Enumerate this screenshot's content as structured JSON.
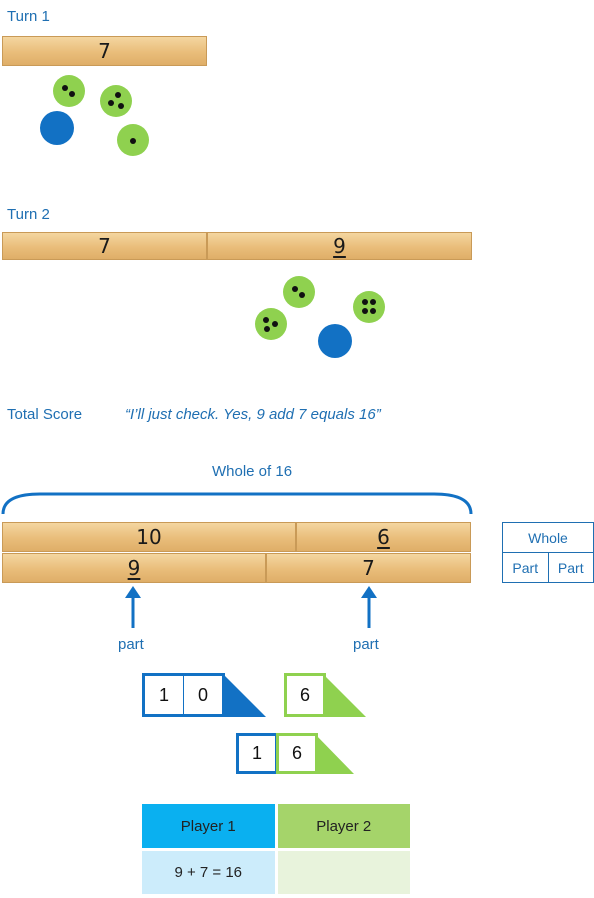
{
  "turn1": {
    "label": "Turn 1",
    "bar": "7"
  },
  "turn2": {
    "label": "Turn 2",
    "bars": [
      "7",
      "9"
    ]
  },
  "total": {
    "label": "Total Score",
    "quote": "“I’ll just check. Yes, 9 add 7 equals 16”"
  },
  "model": {
    "whole_label": "Whole of 16",
    "top_bars": [
      "10",
      "6"
    ],
    "bottom_bars": [
      "9",
      "7"
    ],
    "part_left": "part",
    "part_right": "part",
    "colors": {
      "blue": "#1271c4",
      "green": "#8fd14f",
      "wood": "#e9bd7a"
    }
  },
  "part_whole": {
    "whole": "Whole",
    "part_a": "Part",
    "part_b": "Part"
  },
  "place_value": {
    "tens_card": [
      "1",
      "0"
    ],
    "ones_card": [
      "6"
    ],
    "result_card": [
      "1",
      "6"
    ]
  },
  "score_table": {
    "headers": [
      "Player 1",
      "Player 2"
    ],
    "row": [
      "9 + 7 = 16",
      ""
    ],
    "colors": {
      "p1_header": "#0ab0f0",
      "p2_header": "#a5d46a",
      "p1_cell": "#ccecfb",
      "p2_cell": "#e8f3dc"
    }
  }
}
